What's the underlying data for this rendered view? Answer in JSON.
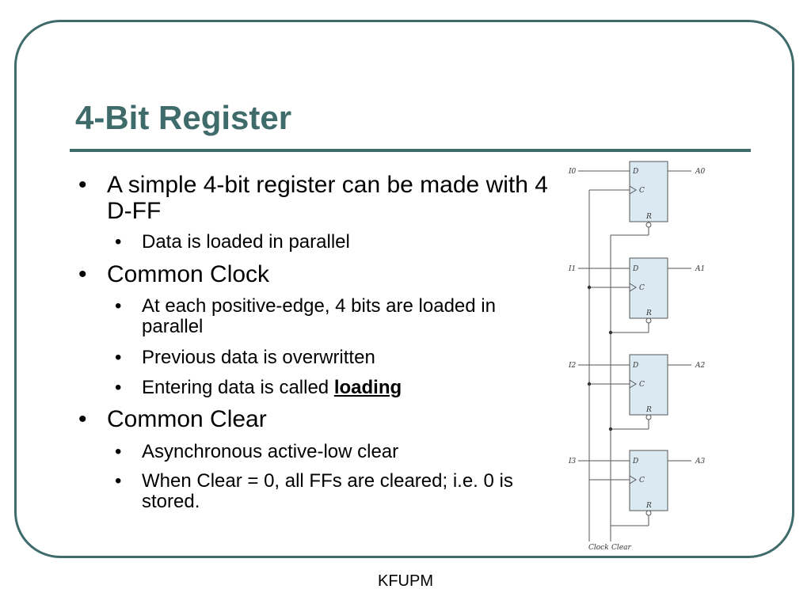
{
  "slide": {
    "title": "4-Bit Register",
    "footer": "KFUPM"
  },
  "bullets": [
    {
      "text": "A simple 4-bit register can be made with 4 D-FF",
      "subs": [
        "Data is loaded in parallel"
      ]
    },
    {
      "text": "Common Clock",
      "subs": [
        "At each positive-edge, 4 bits are loaded in parallel",
        "Previous data is overwritten",
        "Entering data is called "
      ]
    },
    {
      "text": "Common Clear",
      "subs": [
        "Asynchronous active-low clear",
        "When Clear = 0, all FFs are cleared; i.e. 0 is stored."
      ]
    }
  ],
  "emphasis": "loading",
  "bullet_glyph": "•",
  "diagram": {
    "inputs": [
      "I0",
      "I1",
      "I2",
      "I3"
    ],
    "outputs": [
      "A0",
      "A1",
      "A2",
      "A3"
    ],
    "ff_pins": {
      "d": "D",
      "c": "C",
      "r": "R"
    },
    "clock_label": "Clock",
    "clear_label": "Clear"
  },
  "colors": {
    "accent": "#3f6b6b"
  }
}
